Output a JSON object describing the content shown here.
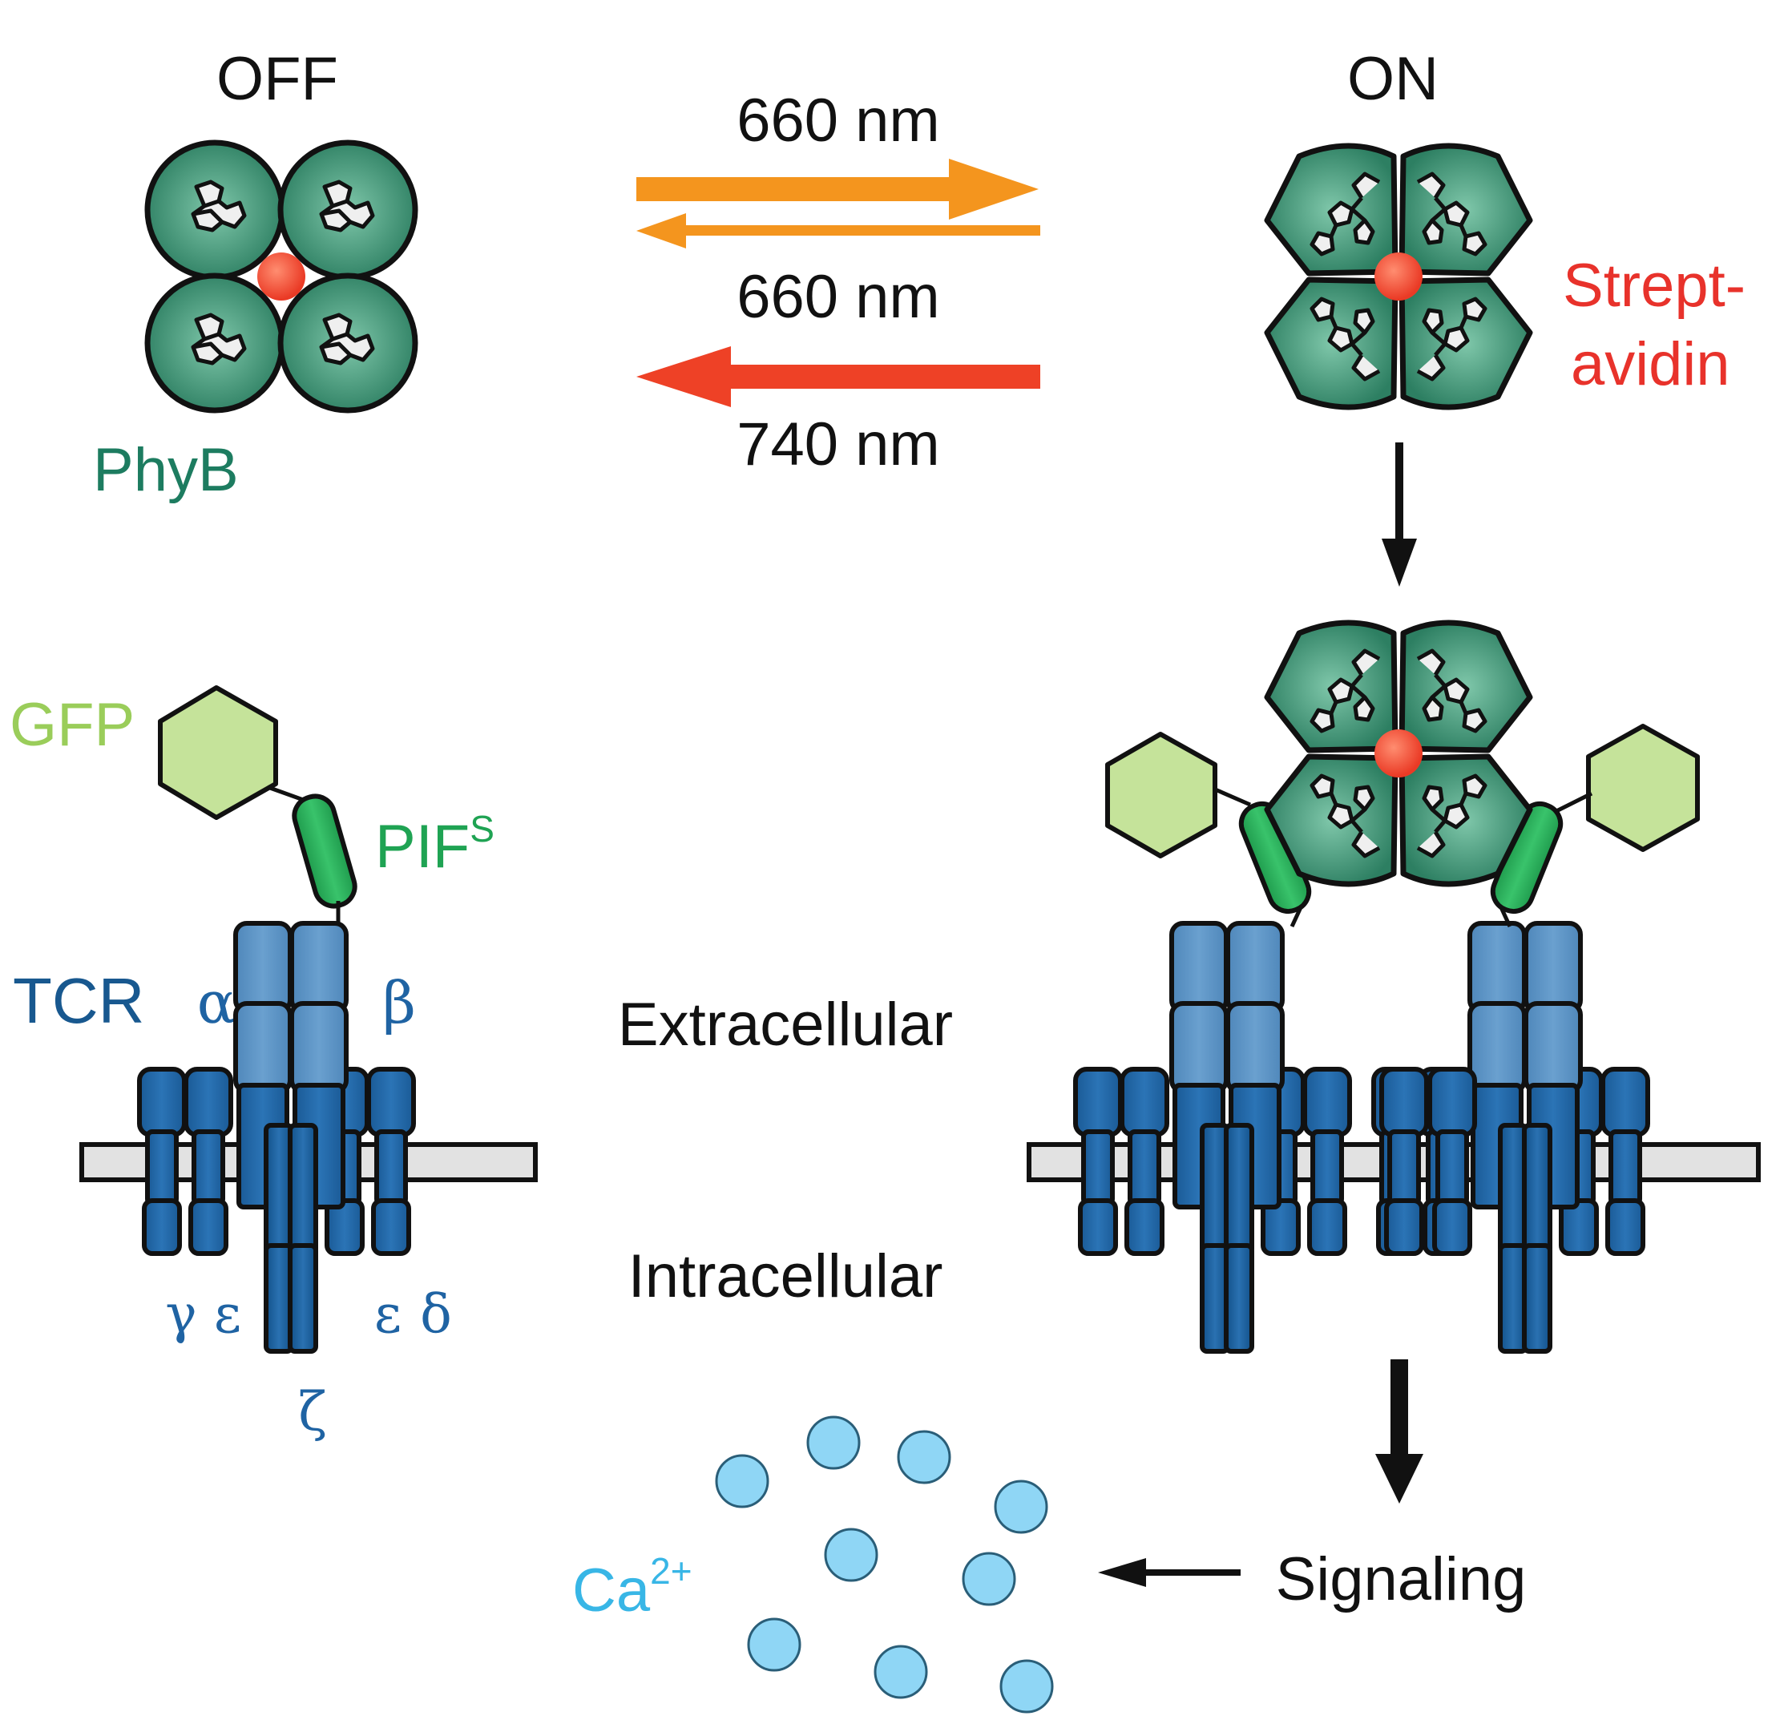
{
  "states": {
    "off_label": "OFF",
    "on_label": "ON"
  },
  "arrows": {
    "forward_label": "660 nm",
    "back_label_top": "660 nm",
    "back_label_bottom": "740 nm"
  },
  "labels": {
    "phyb": "PhyB",
    "streptavidin_line1": "Strept-",
    "streptavidin_line2": "avidin",
    "gfp": "GFP",
    "pif": "PIF",
    "pif_superscript": "S",
    "tcr": "TCR",
    "alpha": "α",
    "beta": "β",
    "gamma": "γ",
    "epsilon_left": "ε",
    "epsilon_right": "ε",
    "delta": "δ",
    "zeta": "ζ",
    "extracellular": "Extracellular",
    "intracellular": "Intracellular",
    "signaling": "Signaling",
    "calcium": "Ca",
    "calcium_superscript": "2+"
  },
  "colors": {
    "phyb_green": "#2e8b70",
    "streptavidin_red": "#ef4a3c",
    "gfp_lime": "#c5e39a",
    "pif_green": "#2bb35c",
    "tcr_light_blue": "#5b93c4",
    "cd3_blue": "#1f63a3",
    "membrane_gray": "#e2e2e2",
    "calcium_cyan": "#8fd6f5",
    "arrow_orange": "#f4951e",
    "arrow_red": "#ee4126"
  }
}
